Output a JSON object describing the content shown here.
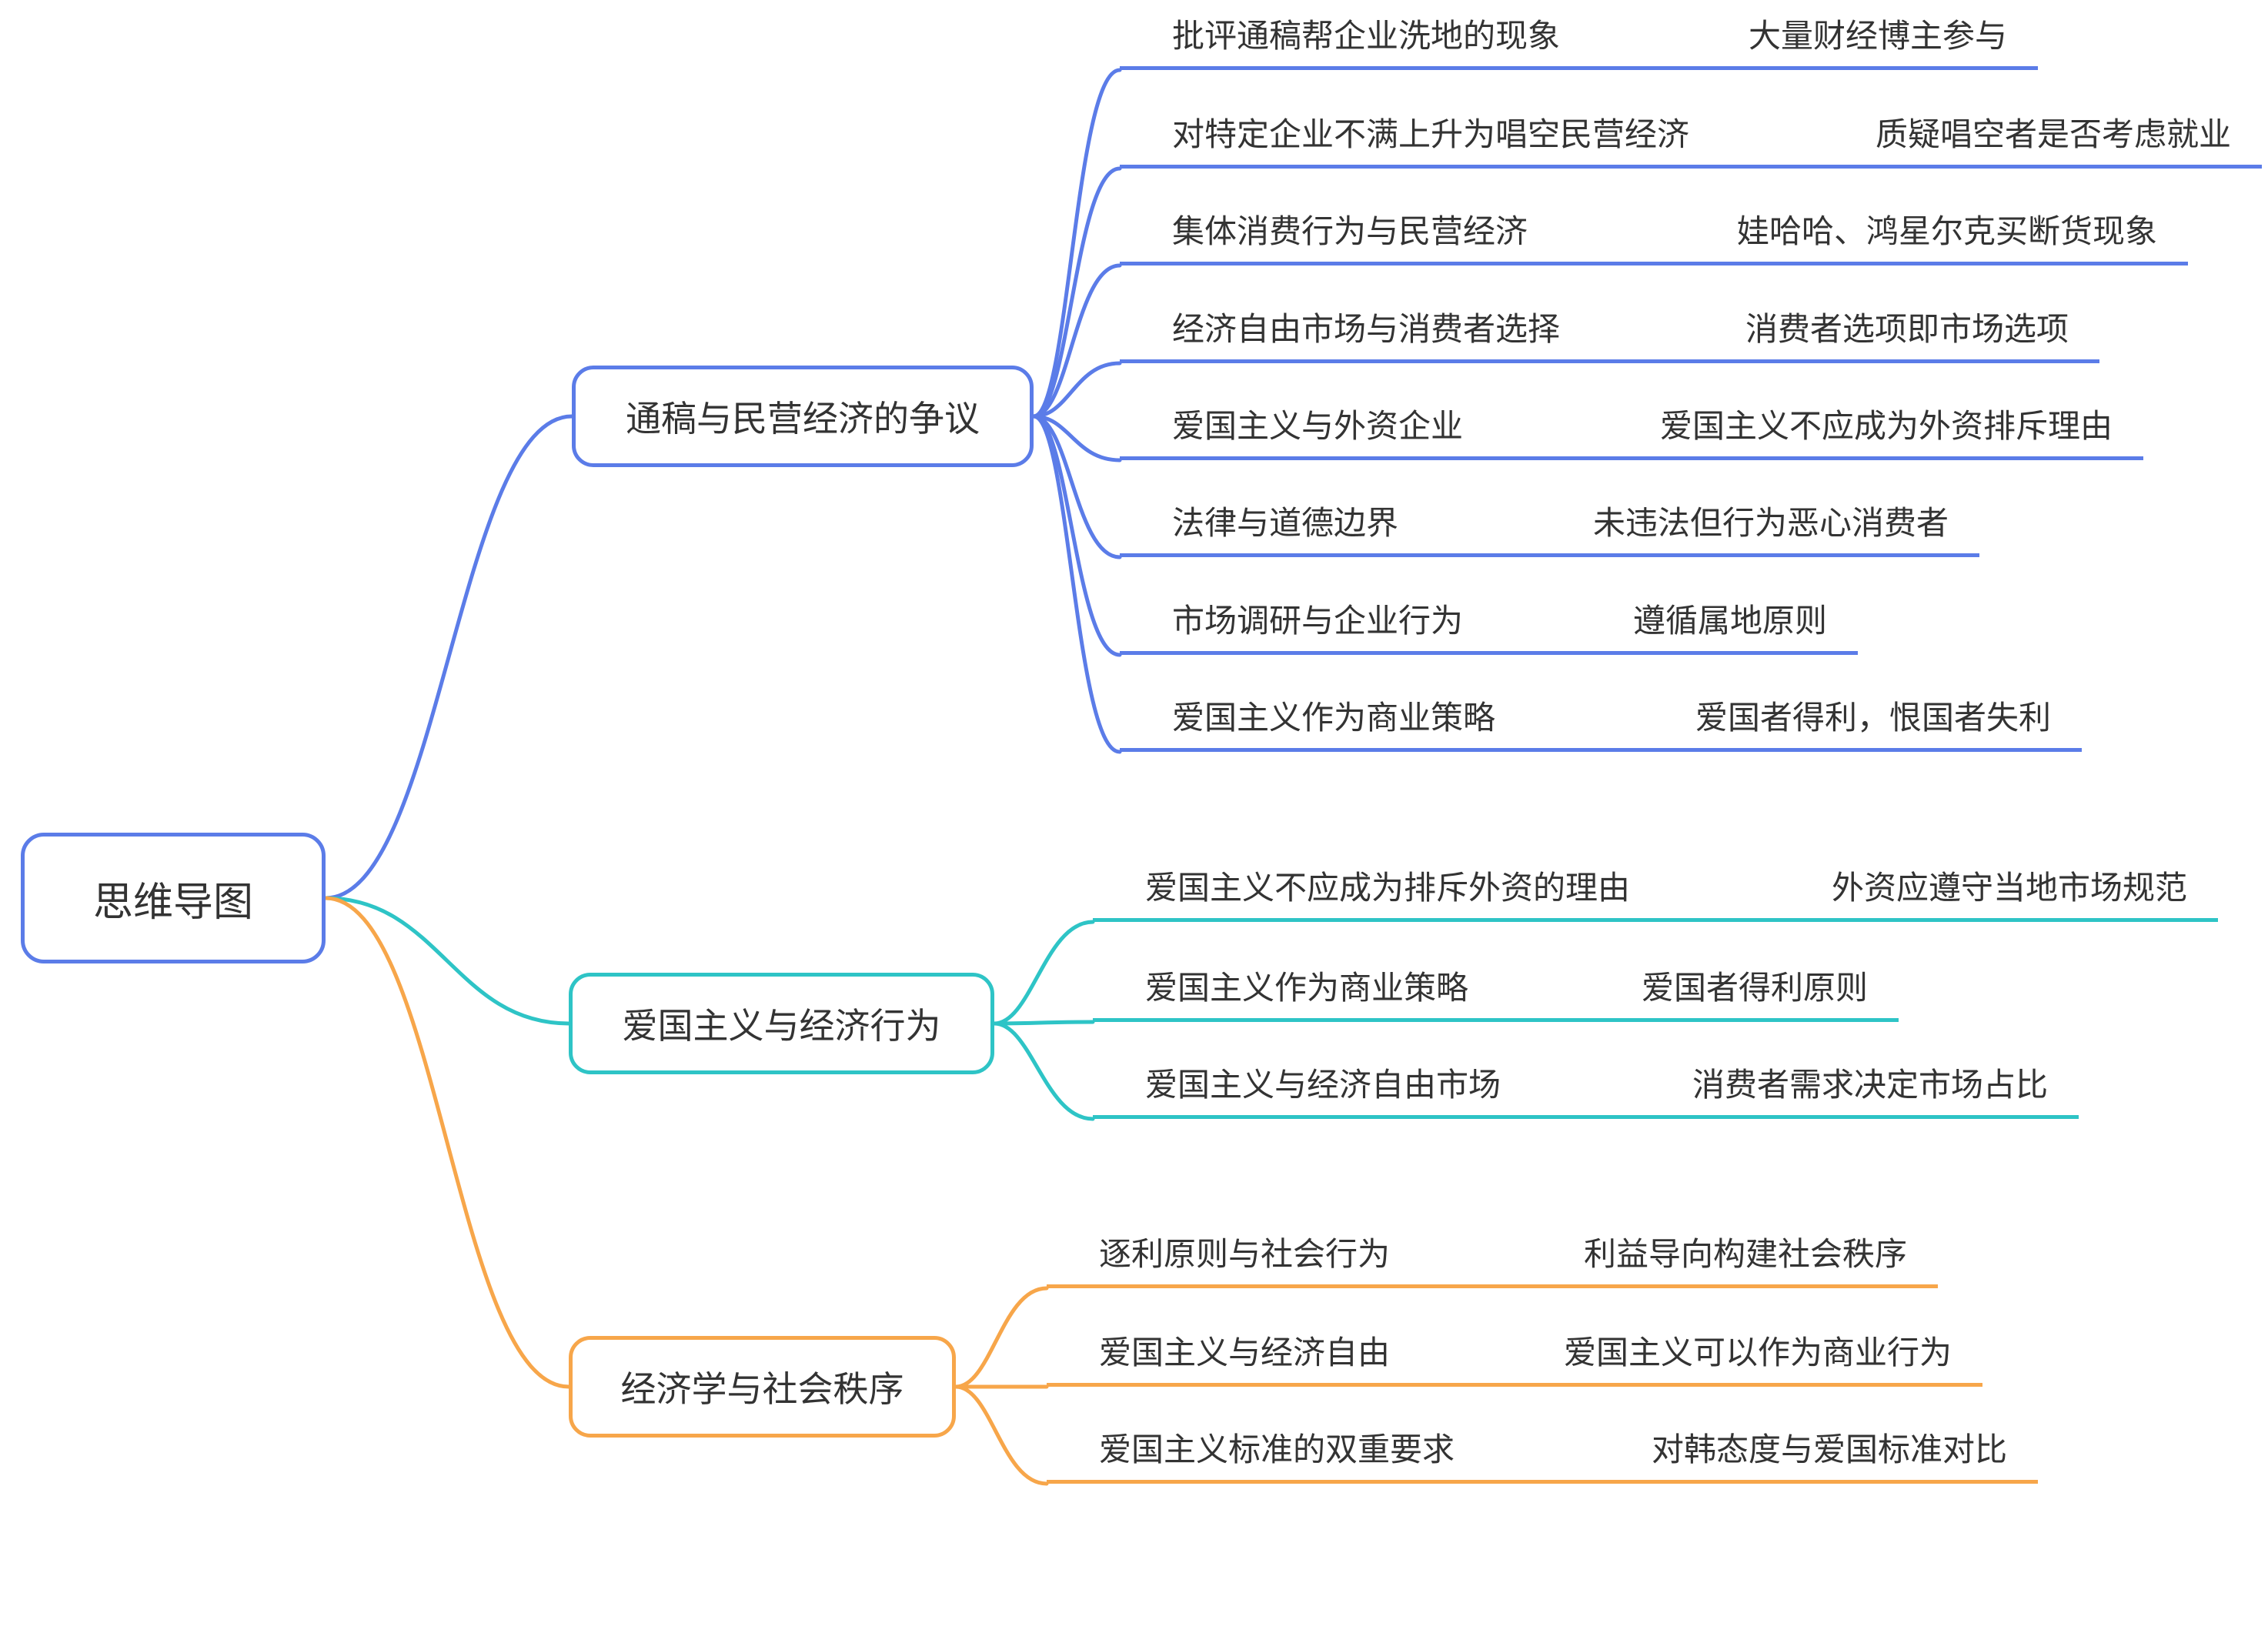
{
  "root": {
    "label": "思维导图"
  },
  "branches": [
    {
      "label": "通稿与民营经济的争议",
      "color": "#5B7CE8",
      "children": [
        {
          "label": "批评通稿帮企业洗地的现象",
          "detail": "大量财经博主参与"
        },
        {
          "label": "对特定企业不满上升为唱空民营经济",
          "detail": "质疑唱空者是否考虑就业"
        },
        {
          "label": "集体消费行为与民营经济",
          "detail": "娃哈哈、鸿星尔克买断货现象"
        },
        {
          "label": "经济自由市场与消费者选择",
          "detail": "消费者选项即市场选项"
        },
        {
          "label": "爱国主义与外资企业",
          "detail": "爱国主义不应成为外资排斥理由"
        },
        {
          "label": "法律与道德边界",
          "detail": "未违法但行为恶心消费者"
        },
        {
          "label": "市场调研与企业行为",
          "detail": "遵循属地原则"
        },
        {
          "label": "爱国主义作为商业策略",
          "detail": "爱国者得利，恨国者失利"
        }
      ]
    },
    {
      "label": "爱国主义与经济行为",
      "color": "#2EC4C6",
      "children": [
        {
          "label": "爱国主义不应成为排斥外资的理由",
          "detail": "外资应遵守当地市场规范"
        },
        {
          "label": "爱国主义作为商业策略",
          "detail": "爱国者得利原则"
        },
        {
          "label": "爱国主义与经济自由市场",
          "detail": "消费者需求决定市场占比"
        }
      ]
    },
    {
      "label": "经济学与社会秩序",
      "color": "#F7A64A",
      "children": [
        {
          "label": "逐利原则与社会行为",
          "detail": "利益导向构建社会秩序"
        },
        {
          "label": "爱国主义与经济自由",
          "detail": "爱国主义可以作为商业行为"
        },
        {
          "label": "爱国主义标准的双重要求",
          "detail": "对韩态度与爱国标准对比"
        }
      ]
    }
  ],
  "colors": {
    "root_border": "#5B7CE8",
    "branch_blue": "#5B7CE8",
    "branch_teal": "#2EC4C6",
    "branch_orange": "#F7A64A",
    "text": "#333333",
    "background": "#FFFFFF"
  }
}
